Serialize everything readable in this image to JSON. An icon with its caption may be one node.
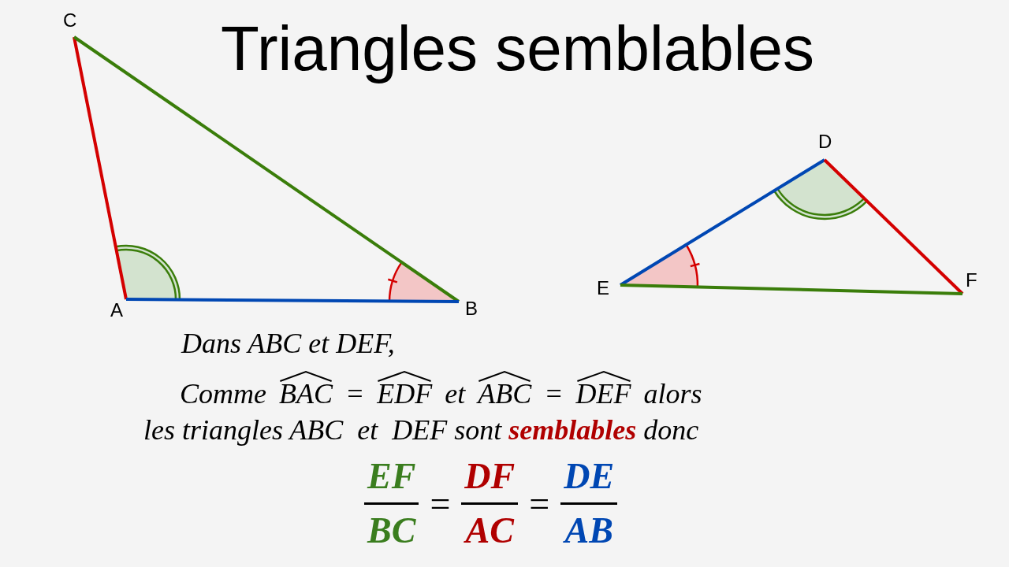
{
  "diagram": {
    "title": "Triangles semblables",
    "labels": [
      "C",
      "A",
      "B",
      "D",
      "E",
      "F",
      "Dans ABC et DEF,",
      "Comme",
      "BAC",
      "=",
      "EDF",
      "et",
      "ABC",
      "=",
      "DEF",
      "alors",
      "les triangles ABC  et  DEF sont **semblables** donc",
      "EF",
      "BC",
      "=",
      "DF",
      "AC",
      "=",
      "DE",
      "AB"
    ]
  }
}
